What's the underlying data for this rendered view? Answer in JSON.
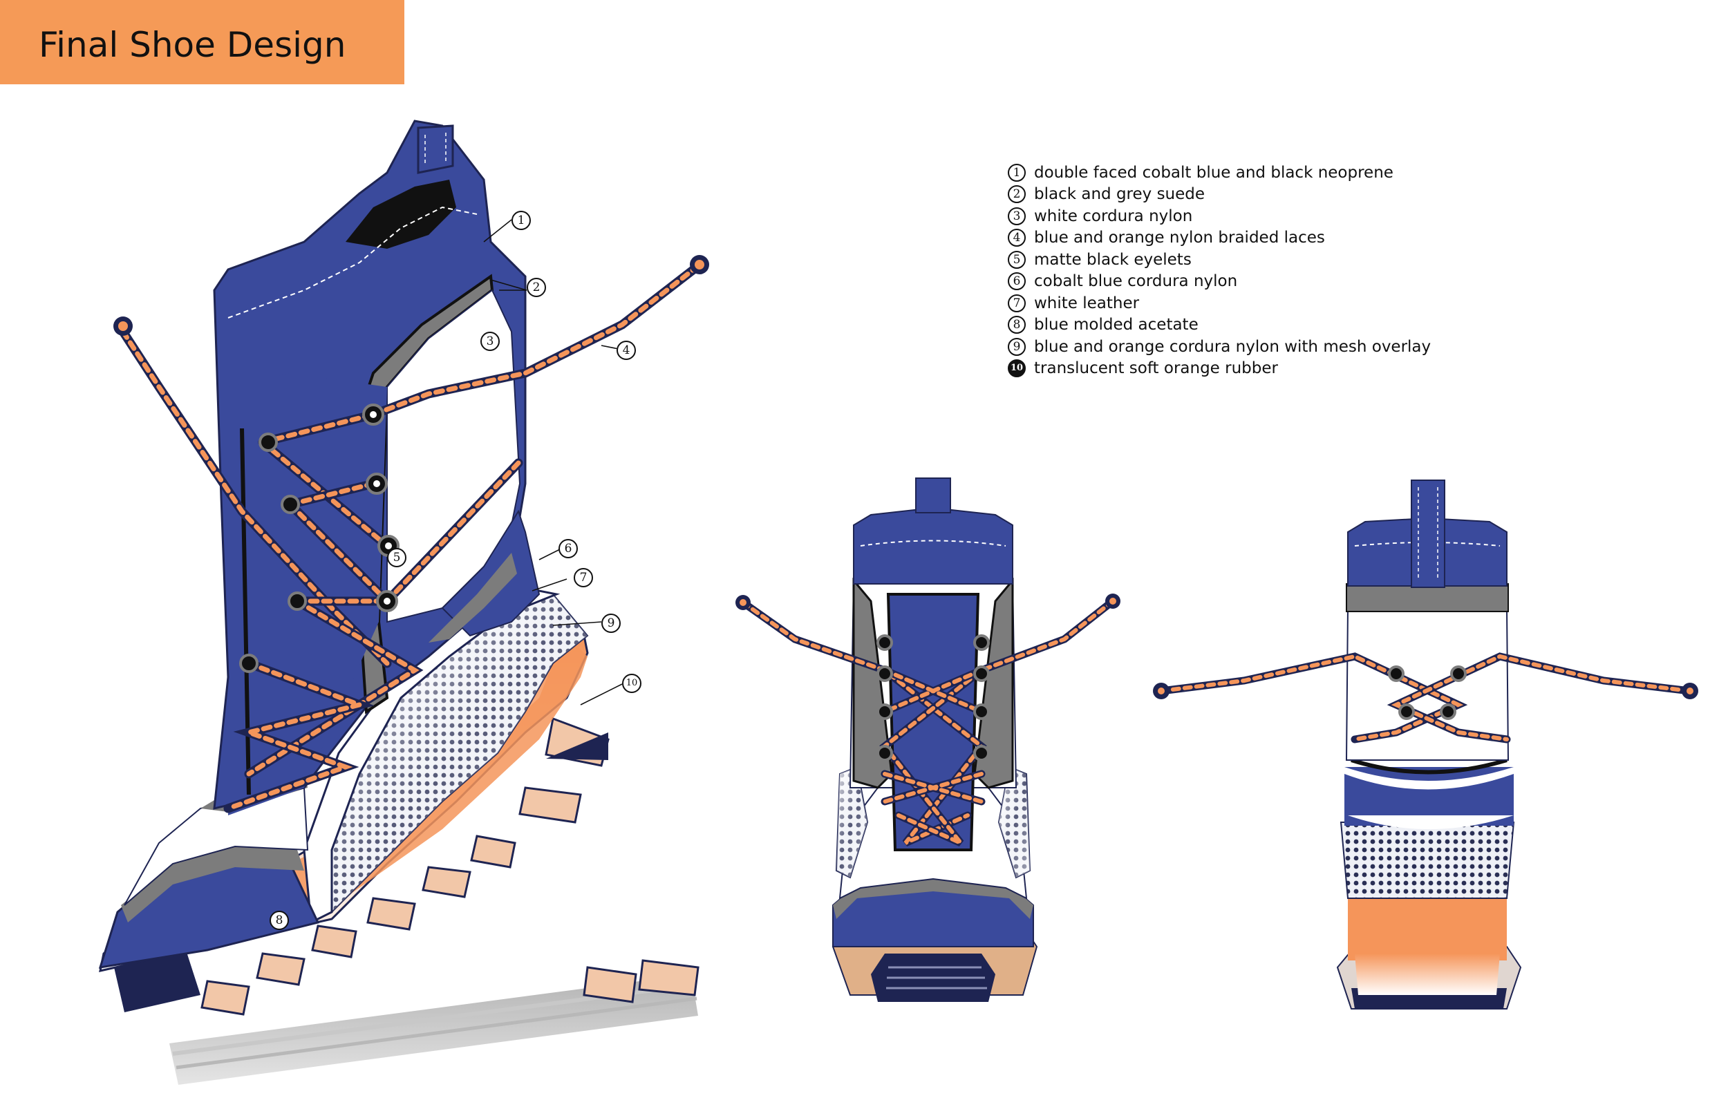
{
  "title": "Final Shoe Design",
  "legend": [
    {
      "num": "1",
      "text": "double faced cobalt blue and black neoprene"
    },
    {
      "num": "2",
      "text": "black and grey suede"
    },
    {
      "num": "3",
      "text": "white cordura nylon"
    },
    {
      "num": "4",
      "text": "blue and orange nylon braided laces"
    },
    {
      "num": "5",
      "text": "matte black eyelets"
    },
    {
      "num": "6",
      "text": "cobalt blue cordura nylon"
    },
    {
      "num": "7",
      "text": "white leather"
    },
    {
      "num": "8",
      "text": "blue molded acetate"
    },
    {
      "num": "9",
      "text": "blue and orange cordura nylon with mesh overlay"
    },
    {
      "num": "10",
      "text": "translucent soft orange rubber"
    }
  ],
  "callouts": [
    "1",
    "2",
    "3",
    "4",
    "5",
    "6",
    "7",
    "8",
    "9",
    "10"
  ],
  "colors": {
    "cobalt": "#3a4a9c",
    "orange": "#f5955a",
    "grey": "#7c7c7c",
    "black": "#111111",
    "navy": "#1e2452",
    "title_bg": "#f59a57"
  }
}
